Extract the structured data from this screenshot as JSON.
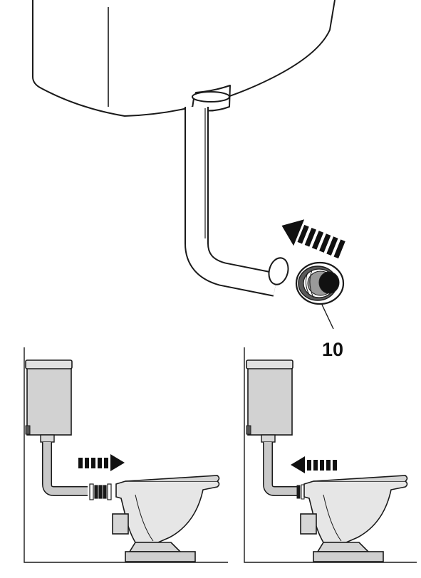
{
  "figure": {
    "callout_label": "10",
    "colors": {
      "line": "#1a1a1a",
      "pipe_fill": "#c9c9c9",
      "tank_fill": "#ffffff",
      "arrow": "#111111",
      "background": "#ffffff"
    },
    "icons": [
      "cistern",
      "flush-pipe",
      "seal-ring",
      "push-arrow",
      "toilet-bowl"
    ]
  }
}
